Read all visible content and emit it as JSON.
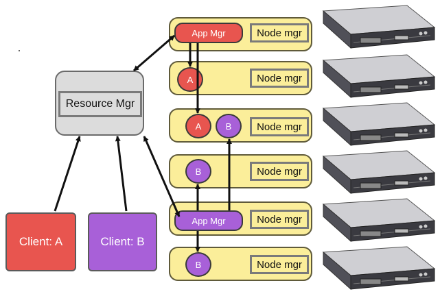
{
  "diagram": {
    "resource_manager": {
      "label": "Resource Mgr"
    },
    "clients": [
      {
        "label": "Client: A",
        "app": "A",
        "color": "#e8554f"
      },
      {
        "label": "Client: B",
        "app": "B",
        "color": "#a860d8"
      }
    ],
    "node_manager_label": "Node mgr",
    "nodes": [
      {
        "app_manager": {
          "label": "App Mgr",
          "app": "A"
        },
        "containers": []
      },
      {
        "app_manager": null,
        "containers": [
          "A"
        ]
      },
      {
        "app_manager": null,
        "containers": [
          "A",
          "B"
        ]
      },
      {
        "app_manager": null,
        "containers": [
          "B"
        ]
      },
      {
        "app_manager": {
          "label": "App Mgr",
          "app": "B"
        },
        "containers": []
      },
      {
        "app_manager": null,
        "containers": [
          "B"
        ]
      }
    ],
    "container_labels": {
      "a": "A",
      "b": "B"
    },
    "edges": [
      {
        "from": "client-a",
        "to": "resource-manager",
        "kind": "request"
      },
      {
        "from": "client-b",
        "to": "resource-manager",
        "kind": "request"
      },
      {
        "from": "resource-manager",
        "to": "app-manager-a",
        "kind": "bidirectional"
      },
      {
        "from": "resource-manager",
        "to": "app-manager-b",
        "kind": "bidirectional"
      },
      {
        "from": "app-manager-a",
        "to": "container-a-node2",
        "kind": "launch"
      },
      {
        "from": "app-manager-a",
        "to": "container-a-node3",
        "kind": "launch"
      },
      {
        "from": "app-manager-b",
        "to": "container-b-node3",
        "kind": "launch"
      },
      {
        "from": "app-manager-b",
        "to": "container-b-node4",
        "kind": "launch"
      },
      {
        "from": "app-manager-b",
        "to": "container-b-node6",
        "kind": "launch"
      }
    ],
    "server_count": 6,
    "colors": {
      "app_a": "#e8554f",
      "app_b": "#a860d8",
      "node_fill": "#fbee9a",
      "rm_fill": "#dcdcdc"
    }
  }
}
